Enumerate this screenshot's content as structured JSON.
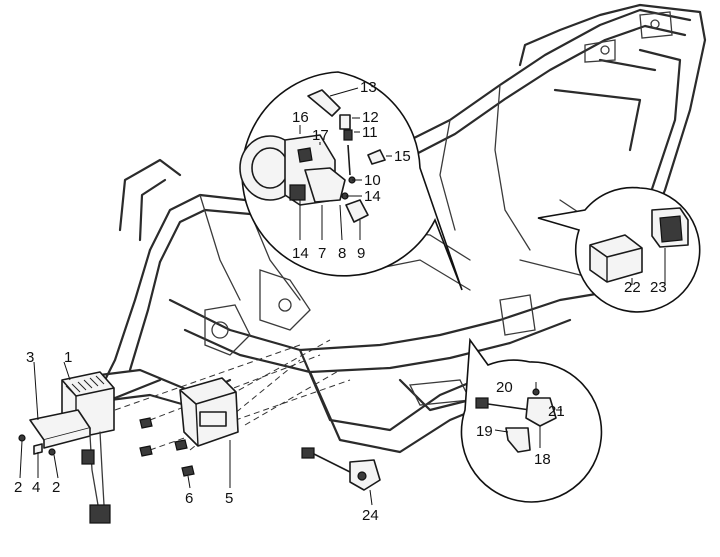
{
  "callouts": [
    {
      "id": "c1",
      "text": "1"
    },
    {
      "id": "c2a",
      "text": "2"
    },
    {
      "id": "c2b",
      "text": "2"
    },
    {
      "id": "c3",
      "text": "3"
    },
    {
      "id": "c4",
      "text": "4"
    },
    {
      "id": "c5",
      "text": "5"
    },
    {
      "id": "c6",
      "text": "6"
    },
    {
      "id": "c7",
      "text": "7"
    },
    {
      "id": "c8",
      "text": "8"
    },
    {
      "id": "c9",
      "text": "9"
    },
    {
      "id": "c10",
      "text": "10"
    },
    {
      "id": "c11",
      "text": "11"
    },
    {
      "id": "c12",
      "text": "12"
    },
    {
      "id": "c13",
      "text": "13"
    },
    {
      "id": "c14a",
      "text": "14"
    },
    {
      "id": "c14b",
      "text": "14"
    },
    {
      "id": "c15",
      "text": "15"
    },
    {
      "id": "c16",
      "text": "16"
    },
    {
      "id": "c17",
      "text": "17"
    },
    {
      "id": "c18",
      "text": "18"
    },
    {
      "id": "c19",
      "text": "19"
    },
    {
      "id": "c20",
      "text": "20"
    },
    {
      "id": "c21",
      "text": "21"
    },
    {
      "id": "c22",
      "text": "22"
    },
    {
      "id": "c23",
      "text": "23"
    },
    {
      "id": "c24",
      "text": "24"
    }
  ]
}
